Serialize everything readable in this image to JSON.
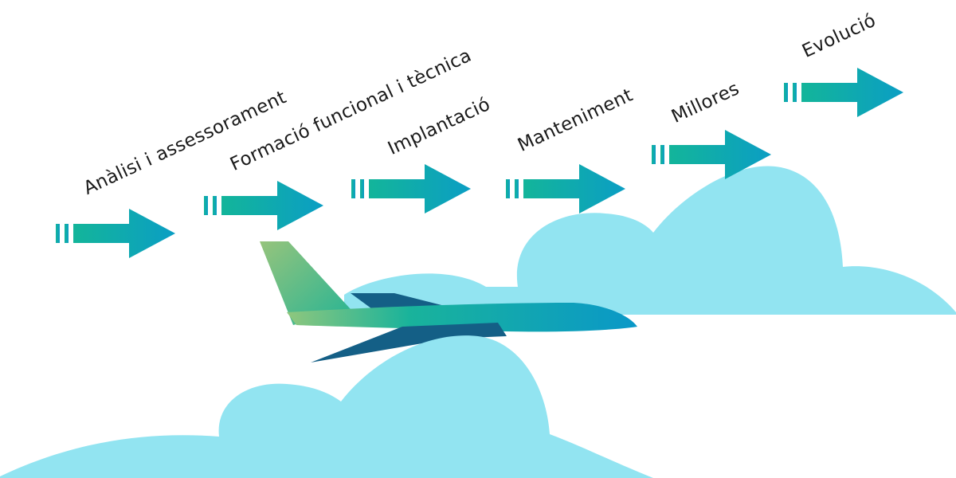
{
  "steps": [
    {
      "label": "Anàlisi i assessorament"
    },
    {
      "label": "Formació funcional i tècnica"
    },
    {
      "label": "Implantació"
    },
    {
      "label": "Manteniment"
    },
    {
      "label": "Millores"
    },
    {
      "label": "Evolució"
    }
  ],
  "colors": {
    "cloud": "#92e4f1",
    "arrow_start": "#13b59a",
    "arrow_end": "#0b9ec4",
    "plane_start": "#8fc77d",
    "plane_mid": "#19b39b",
    "plane_end": "#0a98c8",
    "wing": "#145f86"
  },
  "icons": [
    "step-arrow-icon",
    "airplane-icon",
    "cloud-icon"
  ]
}
